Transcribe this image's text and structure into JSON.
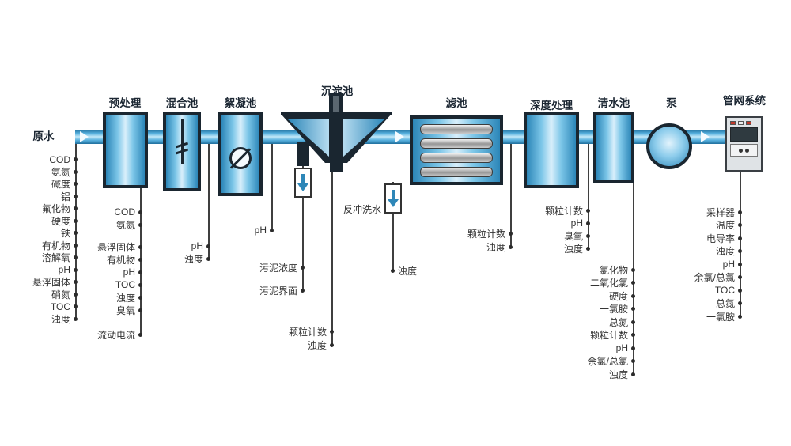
{
  "colors": {
    "pipe_blue": "#2e87b8",
    "tank_blue": "#4aa9db",
    "tank_border": "#1a2630",
    "connector_gray": "#3f3f3f",
    "text": "#333333",
    "background": "#ffffff"
  },
  "stages": {
    "raw_water": "原水",
    "pretreatment": "预处理",
    "mixing": "混合池",
    "flocculation": "絮凝池",
    "sedimentation": "沉淀池",
    "filter": "滤池",
    "advanced": "深度处理",
    "clearwater": "清水池",
    "pump": "泵",
    "network": "管网系统"
  },
  "params": {
    "raw_water": [
      "COD",
      "氨氮",
      "碱度",
      "铝",
      "氟化物",
      "硬度",
      "铁",
      "有机物",
      "溶解氧",
      "pH",
      "悬浮固体",
      "硝氮",
      "TOC",
      "浊度"
    ],
    "pretreatment": [
      "COD",
      "氨氮",
      "悬浮固体",
      "有机物",
      "pH",
      "TOC",
      "浊度",
      "臭氧",
      "流动电流"
    ],
    "mixing": [
      "pH",
      "浊度"
    ],
    "flocculation": [
      "pH"
    ],
    "sludge": [
      "污泥浓度",
      "污泥界面"
    ],
    "sedimentation_out": [
      "颗粒计数",
      "浊度"
    ],
    "backwash": "反冲洗水",
    "backwash_turbidity": "浊度",
    "filter_out": [
      "颗粒计数",
      "浊度"
    ],
    "advanced_out": [
      "颗粒计数",
      "pH",
      "臭氧",
      "浊度"
    ],
    "clearwater_out": [
      "氯化物",
      "二氧化氯",
      "硬度",
      "一氯胺",
      "总氮",
      "颗粒计数",
      "pH",
      "余氯/总氯",
      "浊度"
    ],
    "network_out": [
      "采样器",
      "温度",
      "电导率",
      "浊度",
      "pH",
      "余氯/总氯",
      "TOC",
      "总氮",
      "一氯胺"
    ]
  }
}
